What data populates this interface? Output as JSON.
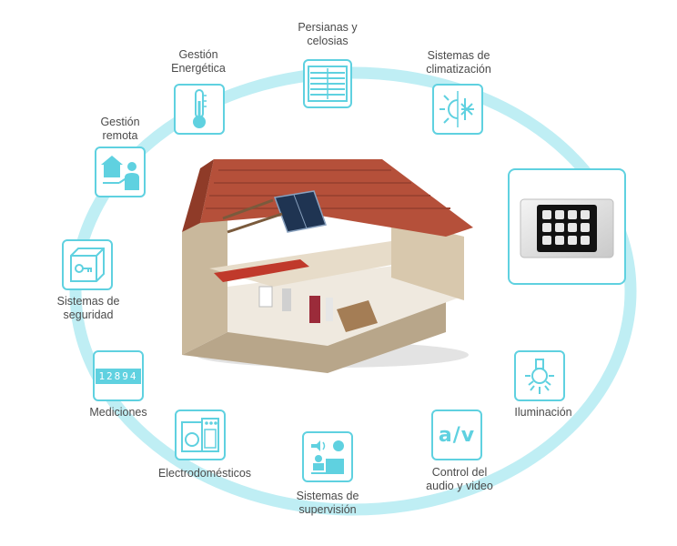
{
  "accent_color": "#5fd1e0",
  "ring_color": "#bfeef4",
  "text_color": "#4a4a4a",
  "center_image": "house-cutaway",
  "nodes": [
    {
      "id": "persianas",
      "icon": "blinds-icon",
      "label": [
        "Persianas y",
        "celosias"
      ]
    },
    {
      "id": "climatizacion",
      "icon": "sun-snowflake-icon",
      "label": [
        "Sistemas de",
        "climatización"
      ]
    },
    {
      "id": "panel",
      "icon": "touch-panel-icon",
      "label": []
    },
    {
      "id": "iluminacion",
      "icon": "light-bulb-icon",
      "label": [
        "Iluminación"
      ]
    },
    {
      "id": "audio",
      "icon": "audio-video-icon",
      "icon_text": "a/v",
      "label": [
        "Control del",
        "audio y video"
      ]
    },
    {
      "id": "supervision",
      "icon": "supervision-icon",
      "label": [
        "Sistemas de",
        "supervisión"
      ]
    },
    {
      "id": "electro",
      "icon": "appliances-icon",
      "label": [
        "Electrodomésticos"
      ]
    },
    {
      "id": "mediciones",
      "icon": "meter-icon",
      "icon_text": "12894",
      "label": [
        "Mediciones"
      ]
    },
    {
      "id": "seguridad",
      "icon": "safe-key-icon",
      "label": [
        "Sistemas de",
        "seguridad"
      ]
    },
    {
      "id": "remota",
      "icon": "remote-home-icon",
      "label": [
        "Gestión",
        "remota"
      ]
    },
    {
      "id": "energetica",
      "icon": "thermometer-icon",
      "label": [
        "Gestión",
        "Energética"
      ]
    }
  ]
}
